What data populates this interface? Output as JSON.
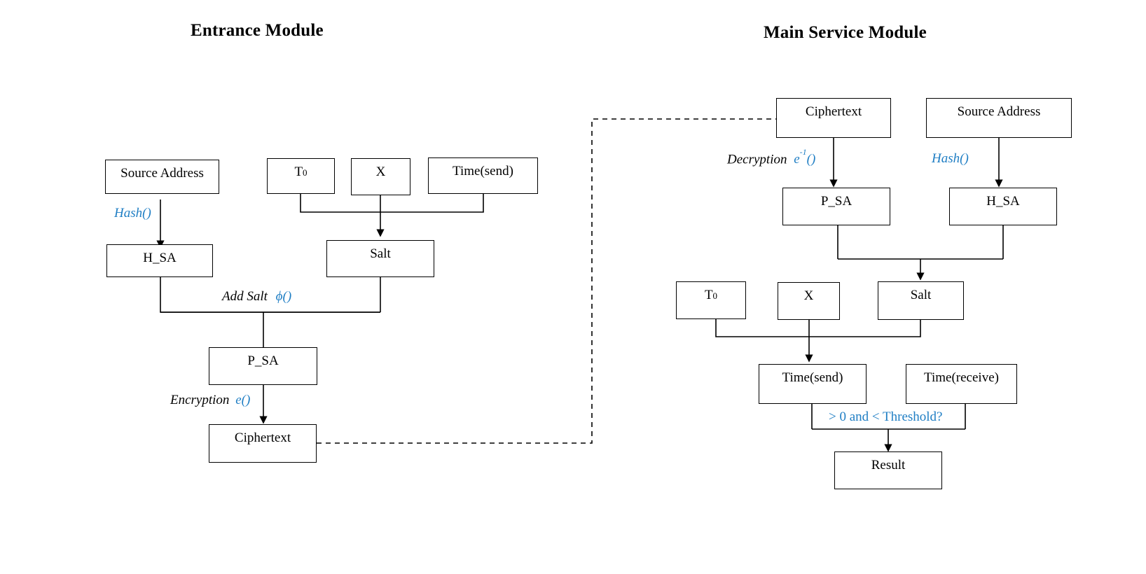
{
  "diagram": {
    "title_left": "Entrance Module",
    "title_right": "Main Service Module",
    "accent_color": "#1f7ec4",
    "line_color": "#000000",
    "background": "#ffffff"
  },
  "entrance_module": {
    "title": "Entrance Module",
    "nodes": {
      "source_address": "Source Address",
      "t0": "T",
      "t0_sub": "0",
      "x": "X",
      "time_send": "Time(send)",
      "h_sa": "H_SA",
      "salt": "Salt",
      "p_sa": "P_SA",
      "ciphertext": "Ciphertext"
    },
    "edge_labels": {
      "hash": "Hash()",
      "add_salt_op": "Add Salt",
      "add_salt_fn": "ϕ()",
      "encryption_op": "Encryption",
      "encryption_fn": "e()"
    }
  },
  "main_service_module": {
    "title": "Main Service Module",
    "nodes": {
      "ciphertext": "Ciphertext",
      "source_address": "Source Address",
      "p_sa": "P_SA",
      "h_sa": "H_SA",
      "t0": "T",
      "t0_sub": "0",
      "x": "X",
      "salt": "Salt",
      "time_send": "Time(send)",
      "time_receive": "Time(receive)",
      "result": "Result"
    },
    "edge_labels": {
      "decryption_op": "Decryption",
      "decryption_fn_base": "e",
      "decryption_fn_sup": "-1",
      "decryption_fn_tail": "()",
      "hash": "Hash()",
      "threshold_condition": "> 0 and < Threshold?"
    }
  }
}
